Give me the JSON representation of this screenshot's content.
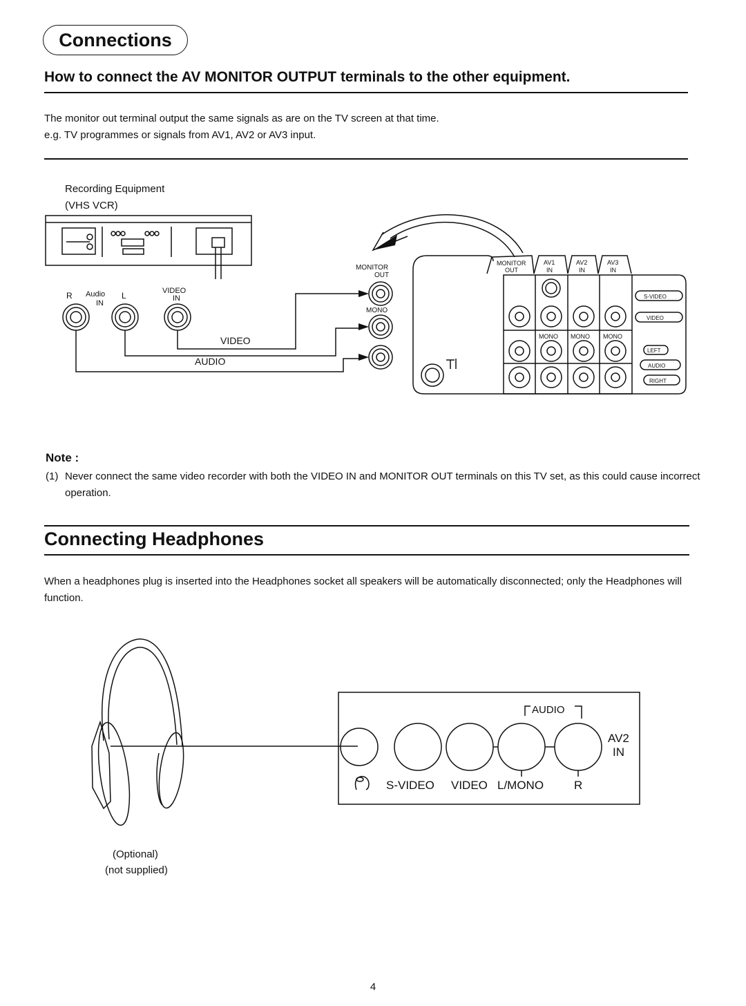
{
  "section": {
    "title": "Connections",
    "subtitle": "How to connect the AV MONITOR OUTPUT terminals to the other equipment.",
    "intro_lines": [
      "The monitor out terminal output the same signals as are on the TV screen at that time.",
      "e.g. TV programmes or signals from AV1, AV2 or AV3 input."
    ]
  },
  "vcr_diagram": {
    "equipment_lines": [
      "Recording Equipment",
      "(VHS VCR)"
    ],
    "audio_r": "R",
    "audio_word": "Audio",
    "audio_in": "IN",
    "audio_l": "L",
    "video_in_line1": "VIDEO",
    "video_in_line2": "IN",
    "cable_video": "VIDEO",
    "cable_audio": "AUDIO",
    "monitor_line1": "MONITOR",
    "monitor_line2": "OUT",
    "mono": "MONO"
  },
  "tv_panel": {
    "tabs": [
      {
        "line1": "MONITOR",
        "line2": "OUT"
      },
      {
        "line1": "AV1",
        "line2": "IN"
      },
      {
        "line1": "AV2",
        "line2": "IN"
      },
      {
        "line1": "AV3",
        "line2": "IN"
      }
    ],
    "mono_labels": [
      "MONO",
      "MONO",
      "MONO"
    ],
    "right_labels": [
      "S-VIDEO",
      "VIDEO",
      "LEFT",
      "AUDIO",
      "RIGHT"
    ]
  },
  "note": {
    "title": "Note :",
    "items": [
      {
        "num": "(1)",
        "text": "Never connect the same video recorder with both the VIDEO IN and MONITOR OUT terminals on this TV set, as this could cause incorrect operation."
      }
    ]
  },
  "headphones": {
    "title": "Connecting Headphones",
    "intro": "When a headphones plug is inserted into the Headphones socket all speakers will be automatically disconnected; only the Headphones will function.",
    "panel": {
      "audio": "AUDIO",
      "av_line1": "AV2",
      "av_line2": "IN",
      "labels": [
        "S-VIDEO",
        "VIDEO",
        "L/MONO",
        "R"
      ]
    },
    "caption_lines": [
      "(Optional)",
      "(not supplied)"
    ]
  },
  "page_number": "4"
}
